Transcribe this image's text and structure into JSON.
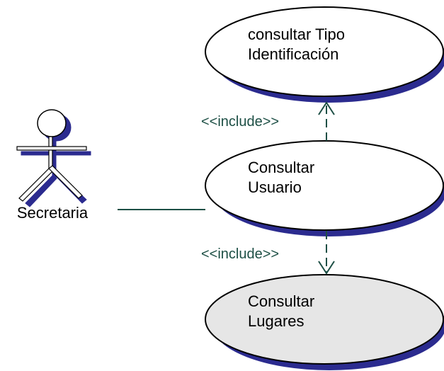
{
  "diagram": {
    "type": "use-case",
    "actor": {
      "name": "Secretaria"
    },
    "use_cases": [
      {
        "id": "tipo",
        "lines": [
          "consultar Tipo",
          "Identificación"
        ],
        "fill": "#ffffff"
      },
      {
        "id": "usuario",
        "lines": [
          "Consultar",
          "Usuario"
        ],
        "fill": "#ffffff"
      },
      {
        "id": "lugares",
        "lines": [
          "Consultar",
          "Lugares"
        ],
        "fill": "#e6e6e6"
      }
    ],
    "relations": [
      {
        "from": "Secretaria",
        "to": "usuario",
        "kind": "association"
      },
      {
        "from": "usuario",
        "to": "tipo",
        "kind": "include",
        "label": "<<include>>"
      },
      {
        "from": "usuario",
        "to": "lugares",
        "kind": "include",
        "label": "<<include>>"
      }
    ]
  },
  "colors": {
    "shadow": "#2b2b8f",
    "outline": "#000000",
    "include_arrow": "#1d4f45",
    "association": "#1d4f45"
  }
}
